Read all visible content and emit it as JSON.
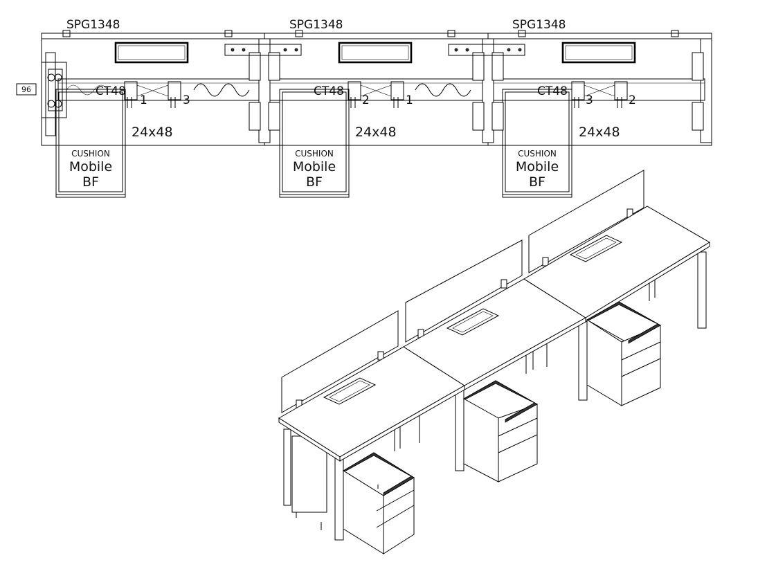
{
  "plan": {
    "tag": "96",
    "stations": [
      {
        "spg": "SPG1348",
        "ct": "CT48",
        "port_a": "1",
        "port_b": "3",
        "top": "24x48",
        "ped_1": "CUSHION",
        "ped_2": "Mobile",
        "ped_3": "BF"
      },
      {
        "spg": "SPG1348",
        "ct": "CT48",
        "port_a": "2",
        "port_b": "1",
        "top": "24x48",
        "ped_1": "CUSHION",
        "ped_2": "Mobile",
        "ped_3": "BF"
      },
      {
        "spg": "SPG1348",
        "ct": "CT48",
        "port_a": "3",
        "port_b": "2",
        "top": "24x48",
        "ped_1": "CUSHION",
        "ped_2": "Mobile",
        "ped_3": "BF"
      }
    ]
  }
}
